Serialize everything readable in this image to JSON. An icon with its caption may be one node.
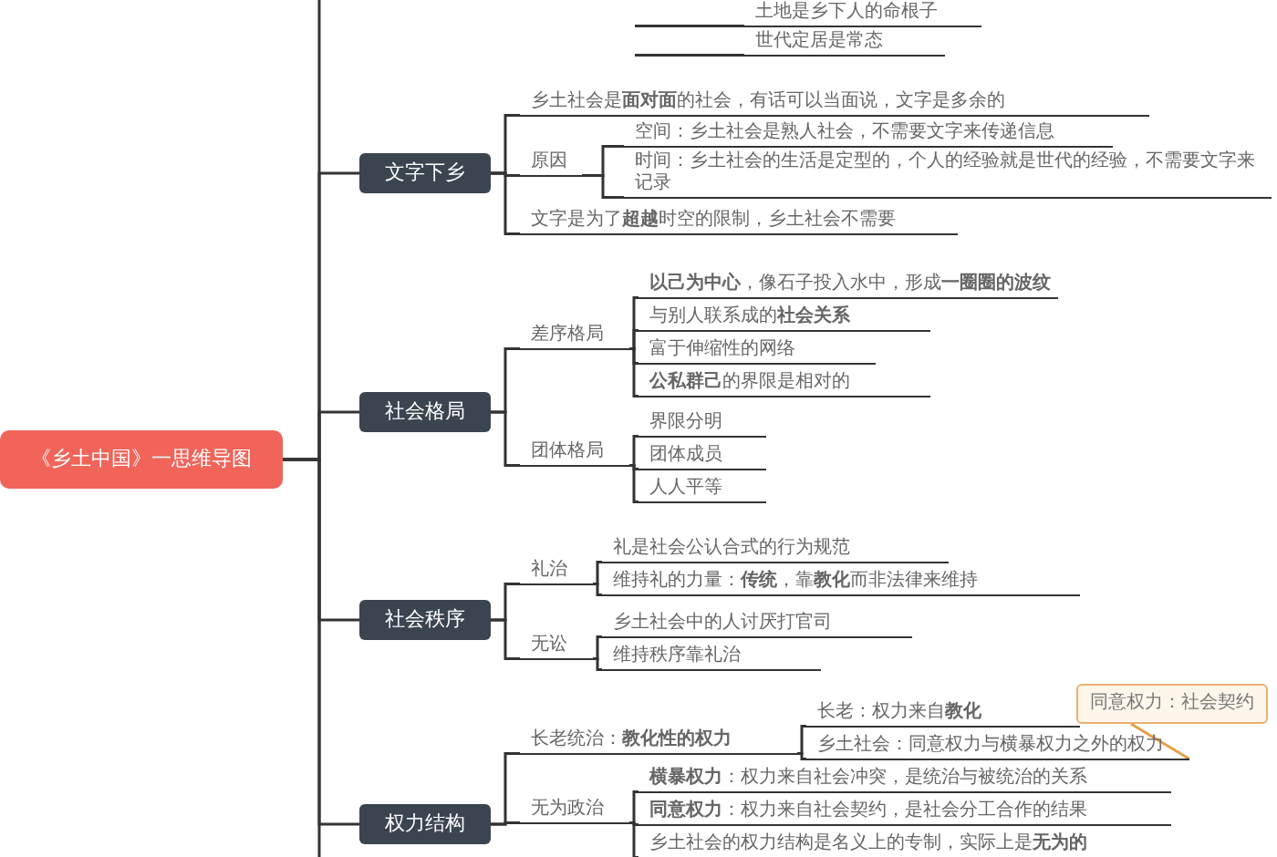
{
  "diagram": {
    "nodes": [
      {
        "text": [
          "《乡土中国》一思维导图"
        ]
      },
      {
        "text": [
          "土地是乡下人的命根子"
        ]
      },
      {
        "text": [
          "世代定居是常态"
        ]
      },
      {
        "text": [
          "文字下乡"
        ]
      },
      {
        "text": [
          "乡土社会是**面对面**的社会，有话可以当面说，文字是多余的"
        ]
      },
      {
        "text": [
          "原因"
        ]
      },
      {
        "text": [
          "空间：乡土社会是熟人社会，不需要文字来传递信息"
        ]
      },
      {
        "text": [
          "时间：乡土社会的生活是定型的，个人的经验就是世代的经验，不需要文字来记录"
        ]
      },
      {
        "text": [
          "文字是为了**超越**时空的限制，乡土社会不需要"
        ]
      },
      {
        "text": [
          "社会格局"
        ]
      },
      {
        "text": [
          "差序格局"
        ]
      },
      {
        "text": [
          "**以己为中心**，像石子投入水中，形成**一圈圈的波纹**"
        ]
      },
      {
        "text": [
          "与别人联系成的**社会关系**"
        ]
      },
      {
        "text": [
          "富于伸缩性的网络"
        ]
      },
      {
        "text": [
          "**公私群己**的界限是相对的"
        ]
      },
      {
        "text": [
          "团体格局"
        ]
      },
      {
        "text": [
          "界限分明"
        ]
      },
      {
        "text": [
          "团体成员"
        ]
      },
      {
        "text": [
          "人人平等"
        ]
      },
      {
        "text": [
          "社会秩序"
        ]
      },
      {
        "text": [
          "礼治"
        ]
      },
      {
        "text": [
          "礼是社会公认合式的行为规范"
        ]
      },
      {
        "text": [
          "维持礼的力量：**传统**，靠**教化**而非法律来维持"
        ]
      },
      {
        "text": [
          "无讼"
        ]
      },
      {
        "text": [
          "乡土社会中的人讨厌打官司"
        ]
      },
      {
        "text": [
          "维持秩序靠礼治"
        ]
      },
      {
        "text": [
          "权力结构"
        ]
      },
      {
        "text": [
          "长老统治：**教化性的权力**"
        ]
      },
      {
        "text": [
          "长老：权力来自**教化**"
        ]
      },
      {
        "text": [
          "乡土社会：同意权力与横暴权力之外的权力"
        ]
      },
      {
        "text": [
          "无为政治"
        ]
      },
      {
        "text": [
          "**横暴权力**：权力来自社会冲突，是统治与被统治的关系"
        ]
      },
      {
        "text": [
          "**同意权力**：权力来自社会契约，是社会分工合作的结果"
        ]
      },
      {
        "text": [
          "乡土社会的权力结构是名义上的专制，实际上是**无为的**"
        ]
      },
      {
        "text": [
          "同意权力：社会契约"
        ]
      }
    ],
    "edges": [
      {
        "from": null,
        "to": 1,
        "arrow": "none"
      },
      {
        "from": null,
        "to": 2,
        "arrow": "none"
      },
      {
        "from": 0,
        "to": 3,
        "arrow": "none"
      },
      {
        "from": 3,
        "to": 4,
        "arrow": "none"
      },
      {
        "from": 3,
        "to": 5,
        "arrow": "none"
      },
      {
        "from": 5,
        "to": 6,
        "arrow": "none"
      },
      {
        "from": 5,
        "to": 7,
        "arrow": "none"
      },
      {
        "from": 3,
        "to": 8,
        "arrow": "none"
      },
      {
        "from": 0,
        "to": 9,
        "arrow": "none"
      },
      {
        "from": 9,
        "to": 10,
        "arrow": "none"
      },
      {
        "from": 10,
        "to": 11,
        "arrow": "none"
      },
      {
        "from": 10,
        "to": 12,
        "arrow": "none"
      },
      {
        "from": 10,
        "to": 13,
        "arrow": "none"
      },
      {
        "from": 10,
        "to": 14,
        "arrow": "none"
      },
      {
        "from": 9,
        "to": 15,
        "arrow": "none"
      },
      {
        "from": 15,
        "to": 16,
        "arrow": "none"
      },
      {
        "from": 15,
        "to": 17,
        "arrow": "none"
      },
      {
        "from": 15,
        "to": 18,
        "arrow": "none"
      },
      {
        "from": 0,
        "to": 19,
        "arrow": "none"
      },
      {
        "from": 19,
        "to": 20,
        "arrow": "none"
      },
      {
        "from": 20,
        "to": 21,
        "arrow": "none"
      },
      {
        "from": 20,
        "to": 22,
        "arrow": "none"
      },
      {
        "from": 19,
        "to": 23,
        "arrow": "none"
      },
      {
        "from": 23,
        "to": 24,
        "arrow": "none"
      },
      {
        "from": 23,
        "to": 25,
        "arrow": "none"
      },
      {
        "from": 0,
        "to": 26,
        "arrow": "none"
      },
      {
        "from": 26,
        "to": 27,
        "arrow": "none"
      },
      {
        "from": 27,
        "to": 28,
        "arrow": "none"
      },
      {
        "from": 27,
        "to": 29,
        "arrow": "none"
      },
      {
        "from": 26,
        "to": 30,
        "arrow": "none"
      },
      {
        "from": 30,
        "to": 31,
        "arrow": "none"
      },
      {
        "from": 30,
        "to": 32,
        "arrow": "none"
      },
      {
        "from": 30,
        "to": 33,
        "arrow": "none"
      },
      {
        "from": 34,
        "to": 29,
        "arrow": "none",
        "color": "#e8a048"
      }
    ]
  }
}
